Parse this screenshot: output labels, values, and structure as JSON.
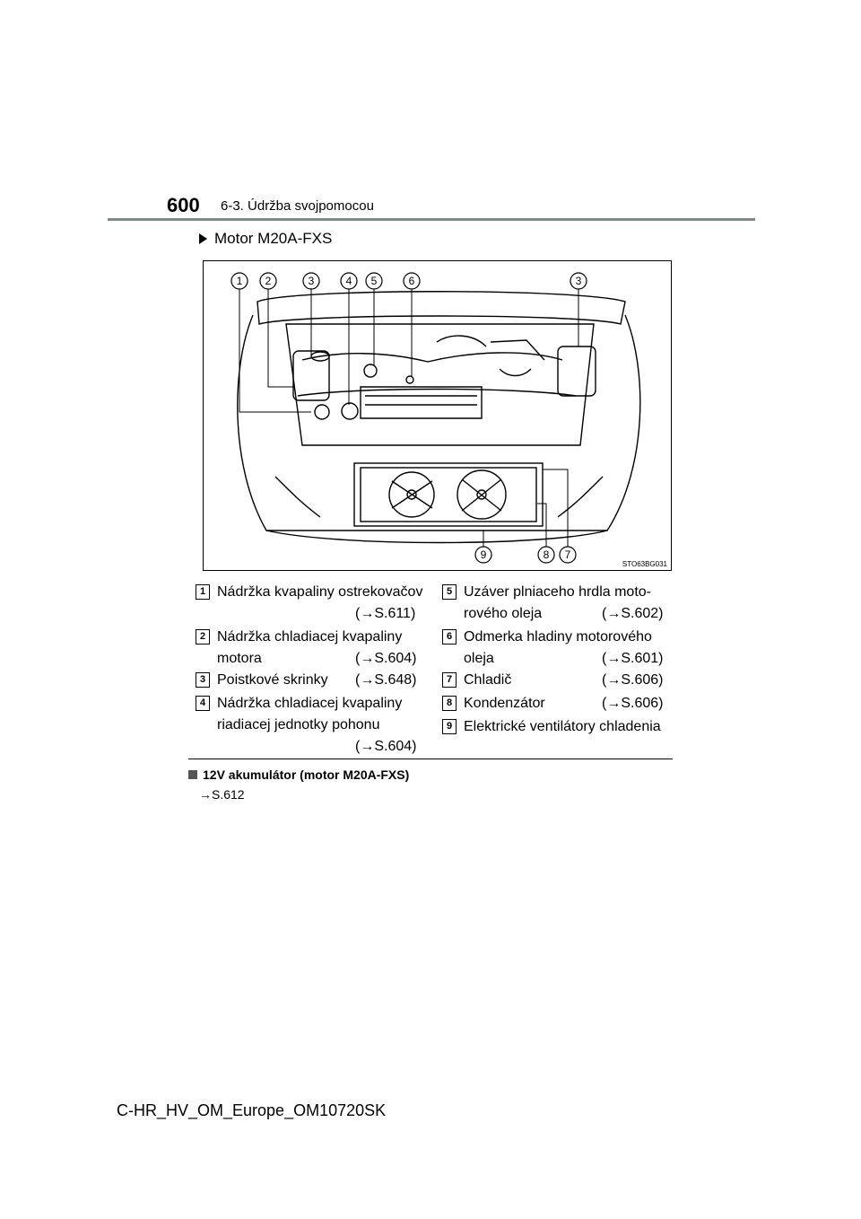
{
  "header": {
    "page_number": "600",
    "section": "6-3. Údržba svojpomocou"
  },
  "subheading": "Motor M20A-FXS",
  "figure": {
    "code": "STO63BG031",
    "callouts_top": [
      "1",
      "2",
      "3",
      "4",
      "5",
      "6",
      "3"
    ],
    "callouts_bottom": [
      "9",
      "8",
      "7"
    ]
  },
  "legend": [
    {
      "num": "1",
      "line1": "Nádržka kvapaliny ostrekovačov",
      "line2": "",
      "ref": "(→S.611)"
    },
    {
      "num": "2",
      "line1": "Nádržka chladiacej kvapaliny",
      "line2": "motora",
      "ref": "(→S.604)"
    },
    {
      "num": "3",
      "line1": "Poistkové skrinky",
      "line2": "",
      "ref": "(→S.648)"
    },
    {
      "num": "4",
      "line1": "Nádržka chladiacej kvapaliny",
      "line2": "riadiacej jednotky pohonu",
      "ref": "(→S.604)"
    },
    {
      "num": "5",
      "line1": "Uzáver plniaceho hrdla moto-",
      "line2": "rového oleja",
      "ref": "(→S.602)"
    },
    {
      "num": "6",
      "line1": "Odmerka hladiny motorového",
      "line2": "oleja",
      "ref": "(→S.601)"
    },
    {
      "num": "7",
      "line1": "Chladič",
      "line2": "",
      "ref": "(→S.606)"
    },
    {
      "num": "8",
      "line1": "Kondenzátor",
      "line2": "",
      "ref": "(→S.606)"
    },
    {
      "num": "9",
      "line1": "Elektrické ventilátory chladenia",
      "line2": "",
      "ref": ""
    }
  ],
  "note": {
    "title": "12V akumulátor (motor M20A-FXS)",
    "ref": "→S.612"
  },
  "footer": "C-HR_HV_OM_Europe_OM10720SK"
}
